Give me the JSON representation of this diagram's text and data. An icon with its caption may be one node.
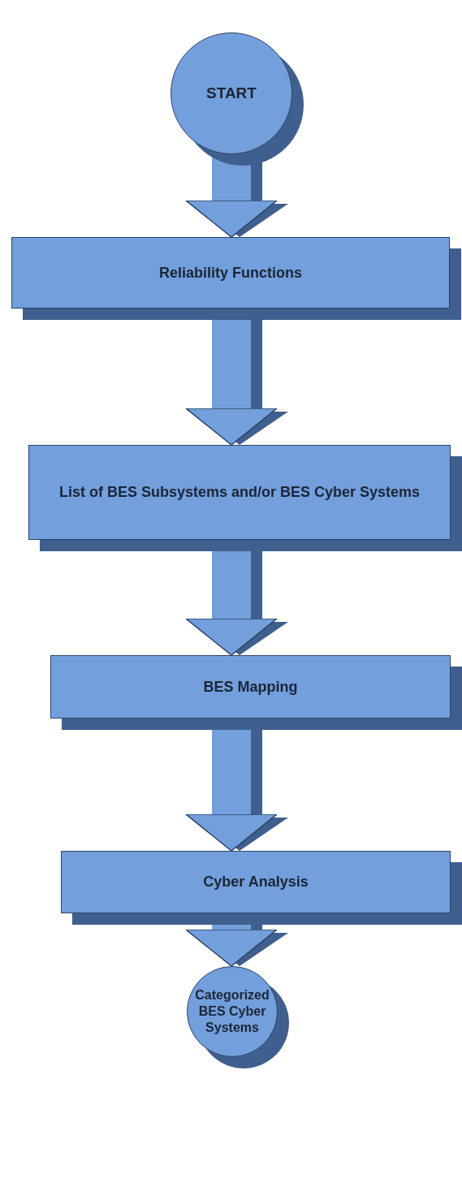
{
  "diagram": {
    "nodes": [
      {
        "text": [
          "START"
        ]
      },
      {
        "text": [
          "Reliability Functions"
        ]
      },
      {
        "text": [
          "List of BES Subsystems and/or BES Cyber Systems"
        ]
      },
      {
        "text": [
          "BES Mapping"
        ]
      },
      {
        "text": [
          "Cyber Analysis"
        ]
      },
      {
        "text": [
          "Categorized BES Cyber Systems"
        ]
      }
    ],
    "edges": [
      {
        "from": 0,
        "to": 1,
        "arrow": "to"
      },
      {
        "from": 1,
        "to": 2,
        "arrow": "to"
      },
      {
        "from": 2,
        "to": 3,
        "arrow": "to"
      },
      {
        "from": 3,
        "to": 4,
        "arrow": "to"
      },
      {
        "from": 4,
        "to": 5,
        "arrow": "to"
      }
    ]
  }
}
